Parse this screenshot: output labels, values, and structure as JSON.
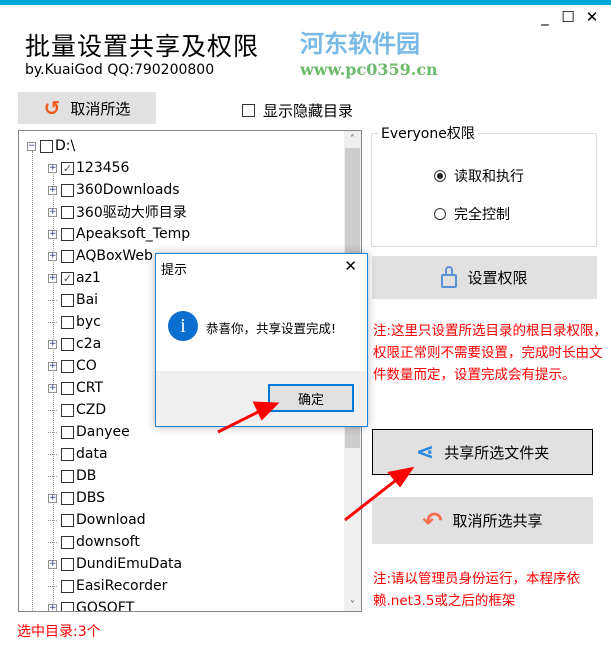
{
  "window": {
    "title": "批量设置共享及权限",
    "subtitle": "by.KuaiGod  QQ:790200800",
    "minimize": "_",
    "maximize": "☐",
    "close": "✕"
  },
  "watermark": {
    "name": "河东软件园",
    "url": "www.pc0359.cn"
  },
  "toolbar": {
    "cancel_selection": "取消所选",
    "show_hidden_label": "显示隐藏目录",
    "show_hidden_checked": false
  },
  "tree": {
    "root": "D:\\",
    "items": [
      {
        "label": "123456",
        "expandable": true,
        "checked": true
      },
      {
        "label": "360Downloads",
        "expandable": true,
        "checked": false
      },
      {
        "label": "360驱动大师目录",
        "expandable": true,
        "checked": false
      },
      {
        "label": "Apeaksoft_Temp",
        "expandable": true,
        "checked": false
      },
      {
        "label": "AQBoxWeb",
        "expandable": true,
        "checked": false
      },
      {
        "label": "az1",
        "expandable": true,
        "checked": true
      },
      {
        "label": "Bai",
        "expandable": false,
        "checked": false
      },
      {
        "label": "byc",
        "expandable": false,
        "checked": false
      },
      {
        "label": "c2a",
        "expandable": true,
        "checked": false
      },
      {
        "label": "CO",
        "expandable": true,
        "checked": false
      },
      {
        "label": "CRT",
        "expandable": true,
        "checked": false
      },
      {
        "label": "CZD",
        "expandable": false,
        "checked": false
      },
      {
        "label": "Danyee",
        "expandable": false,
        "checked": false
      },
      {
        "label": "data",
        "expandable": false,
        "checked": false
      },
      {
        "label": "DB",
        "expandable": false,
        "checked": false
      },
      {
        "label": "DBS",
        "expandable": true,
        "checked": false
      },
      {
        "label": "Download",
        "expandable": false,
        "checked": false
      },
      {
        "label": "downsoft",
        "expandable": false,
        "checked": false
      },
      {
        "label": "DundiEmuData",
        "expandable": true,
        "checked": false
      },
      {
        "label": "EasiRecorder",
        "expandable": false,
        "checked": false
      },
      {
        "label": "GQSOFT",
        "expandable": true,
        "checked": false
      }
    ]
  },
  "permissions": {
    "group_title": "Everyone权限",
    "option_read": "读取和执行",
    "option_full": "完全控制",
    "selected": "读取和执行",
    "set_button": "设置权限",
    "note": "注:这里只设置所选目录的根目录权限，权限正常则不需要设置，完成时长由文件数量而定，设置完成会有提示。"
  },
  "share": {
    "share_button": "共享所选文件夹",
    "unshare_button": "取消所选共享",
    "note": "注:请以管理员身份运行，本程序依赖.net3.5或之后的框架"
  },
  "status": {
    "selected_count": "选中目录:3个"
  },
  "dialog": {
    "title": "提示",
    "message": "恭喜你，共享设置完成!",
    "ok": "确定",
    "close": "✕"
  },
  "colors": {
    "accent": "#00a8d8",
    "note": "#ff0000",
    "info_icon": "#0a6fcf"
  }
}
